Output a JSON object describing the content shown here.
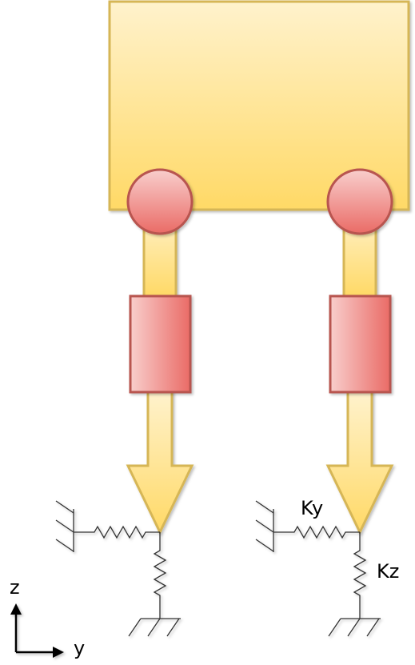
{
  "labels": {
    "ky": "Ky",
    "kz": "Kz",
    "axis_z": "z",
    "axis_y": "y"
  },
  "colors": {
    "body_top": "#fff2cc",
    "body_bottom": "#ffd966",
    "body_stroke": "#d6b656",
    "joint_top": "#f8cecc",
    "joint_bottom": "#ea6b66",
    "joint_stroke": "#b85450",
    "ground_stroke": "#333333"
  }
}
